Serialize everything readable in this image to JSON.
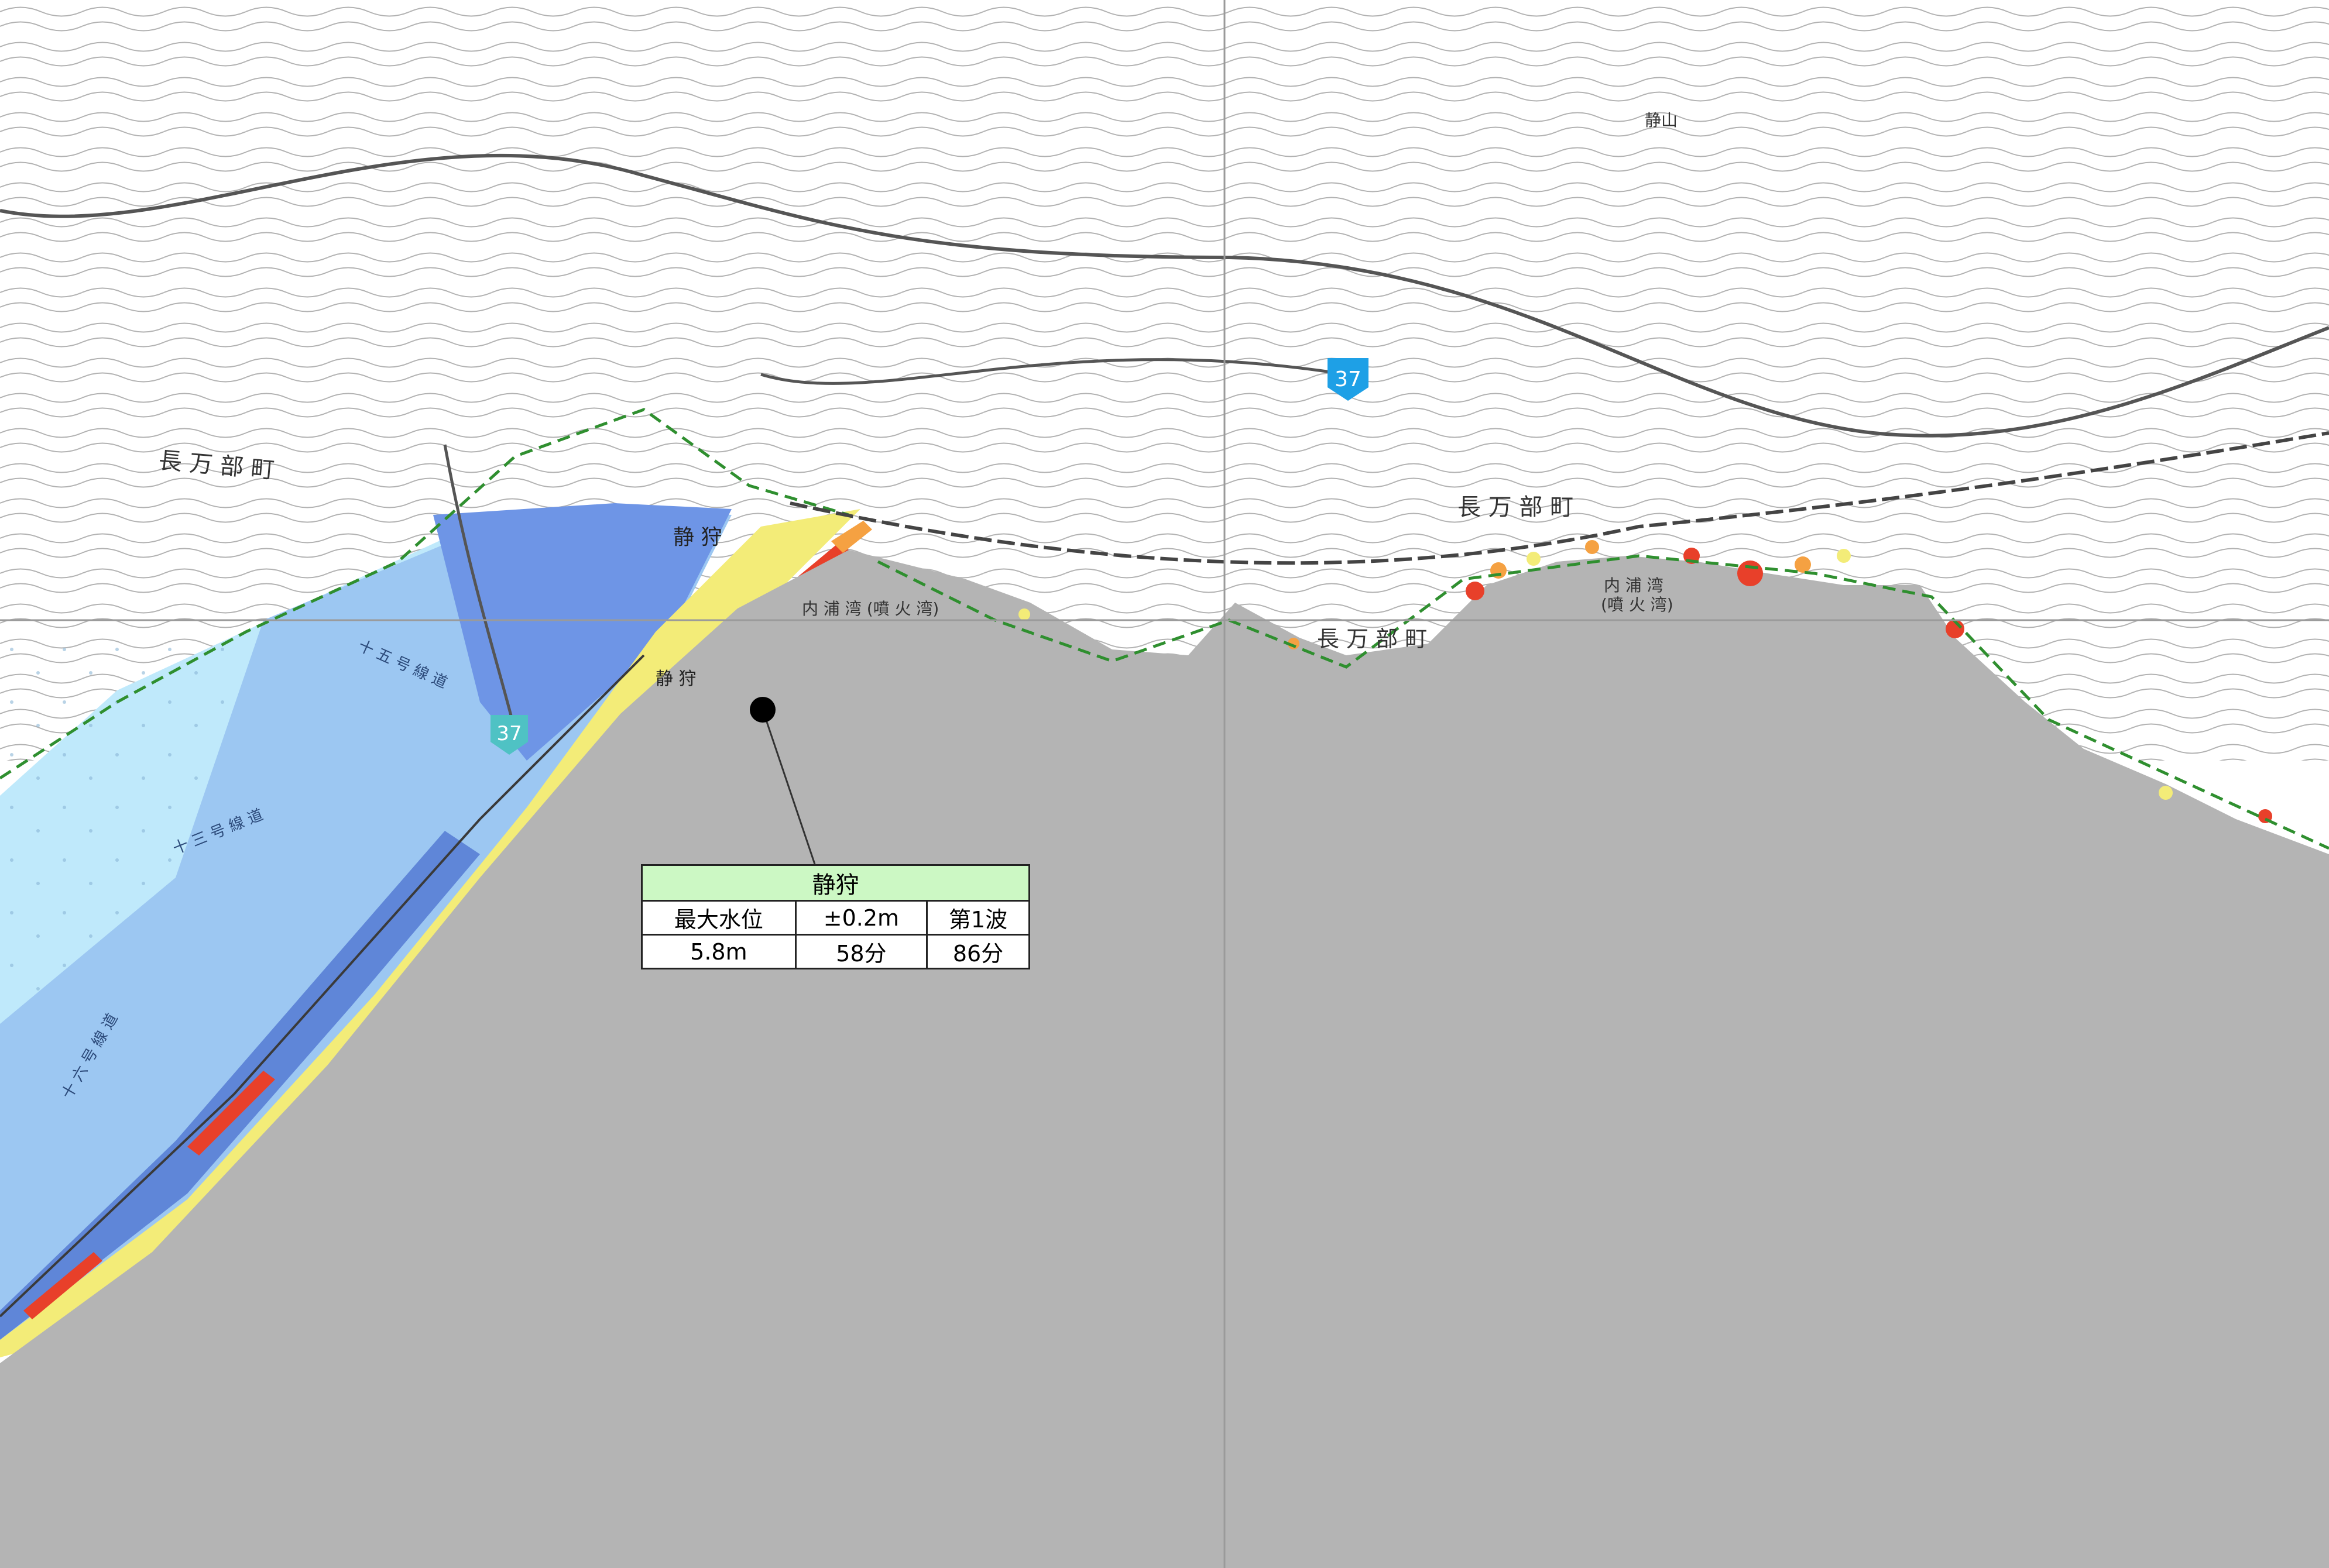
{
  "map": {
    "place_labels": {
      "town_west": "長 万 部 町",
      "town_east": "長 万 部 町",
      "town_coast": "長 万 部 町",
      "station_name": "静 狩",
      "station_name_south": "静 狩",
      "bay_west": "内 浦 湾 (噴 火 湾)",
      "bay_east_line1": "内 浦 湾",
      "bay_east_line2": "(噴 火 湾)",
      "mountain": "静山",
      "road_13": "十 三 号 線 道",
      "road_15": "十 五 号 線 道",
      "road_16": "十 六 号 線 道"
    },
    "route_number": "37",
    "colors": {
      "sea": "#b4b4b4",
      "land": "#ffffff",
      "contour": "#9a9a9a",
      "road": "#555555",
      "inundation_light": "#bfe9fb",
      "inundation_mid": "#9cc7f2",
      "inundation_deep": "#6e95e6",
      "inundation_yellow": "#f3ec78",
      "inundation_orange": "#f5a142",
      "inundation_red": "#e8402a",
      "boundary_green": "#2f8f2f",
      "route_badge": "#1ea0e6",
      "marker": "#000000"
    }
  },
  "observation": {
    "title": "静狩",
    "headers": [
      "最大水位",
      "±0.2m",
      "第1波"
    ],
    "values": [
      "5.8m",
      "58分",
      "86分"
    ]
  }
}
